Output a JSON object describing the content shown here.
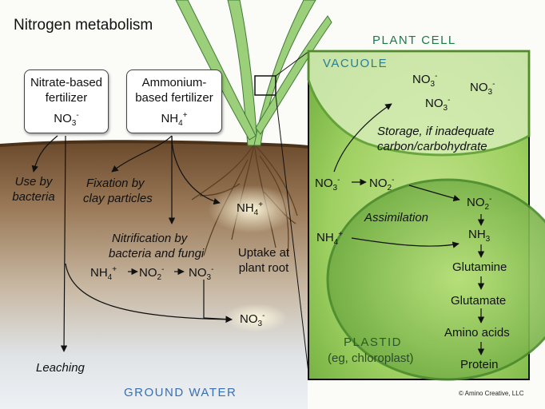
{
  "title": "Nitrogen metabolism",
  "plant_cell_label": "PLANT CELL",
  "vacuole_label": "VACUOLE",
  "plastid_label": "PLASTID",
  "plastid_note": "(eg, chloroplast)",
  "ground_water_label": "GROUND WATER",
  "copyright": "© Amino Creative, LLC",
  "boxes": {
    "nitrate": {
      "line1": "Nitrate-based",
      "line2": "fertilizer",
      "formula": "NO",
      "sub": "3",
      "charge": "-"
    },
    "ammonium": {
      "line1": "Ammonium-",
      "line2": "based fertilizer",
      "formula": "NH",
      "sub": "4",
      "charge": "+"
    }
  },
  "soil_labels": {
    "use_by": "Use by",
    "bacteria": "bacteria",
    "fixation_by": "Fixation by",
    "clay_particles": "clay particles",
    "nitrification_by": "Nitrification by",
    "bacteria_fungi": "bacteria and fungi",
    "uptake_at": "Uptake at",
    "plant_root": "plant root",
    "leaching": "Leaching"
  },
  "cell_labels": {
    "storage_line1": "Storage, if inadequate",
    "storage_line2": "carbon/carbohydrate",
    "assimilation": "Assimilation",
    "glutamine": "Glutamine",
    "glutamate": "Glutamate",
    "amino_acids": "Amino acids",
    "protein": "Protein"
  },
  "chem": {
    "nh4_plus": "+",
    "nh4_base": "NH",
    "nh4_sub": "4",
    "no2_base": "NO",
    "no2_sub": "2",
    "no3_base": "NO",
    "no3_sub": "3",
    "nh3_base": "NH",
    "nh3_sub": "3",
    "minus": "-"
  },
  "colors": {
    "soil": "#7a5c3a",
    "cell_green": "#9bcf5e",
    "header_green": "#1b7a4a",
    "water_blue": "#3a6fb0"
  }
}
